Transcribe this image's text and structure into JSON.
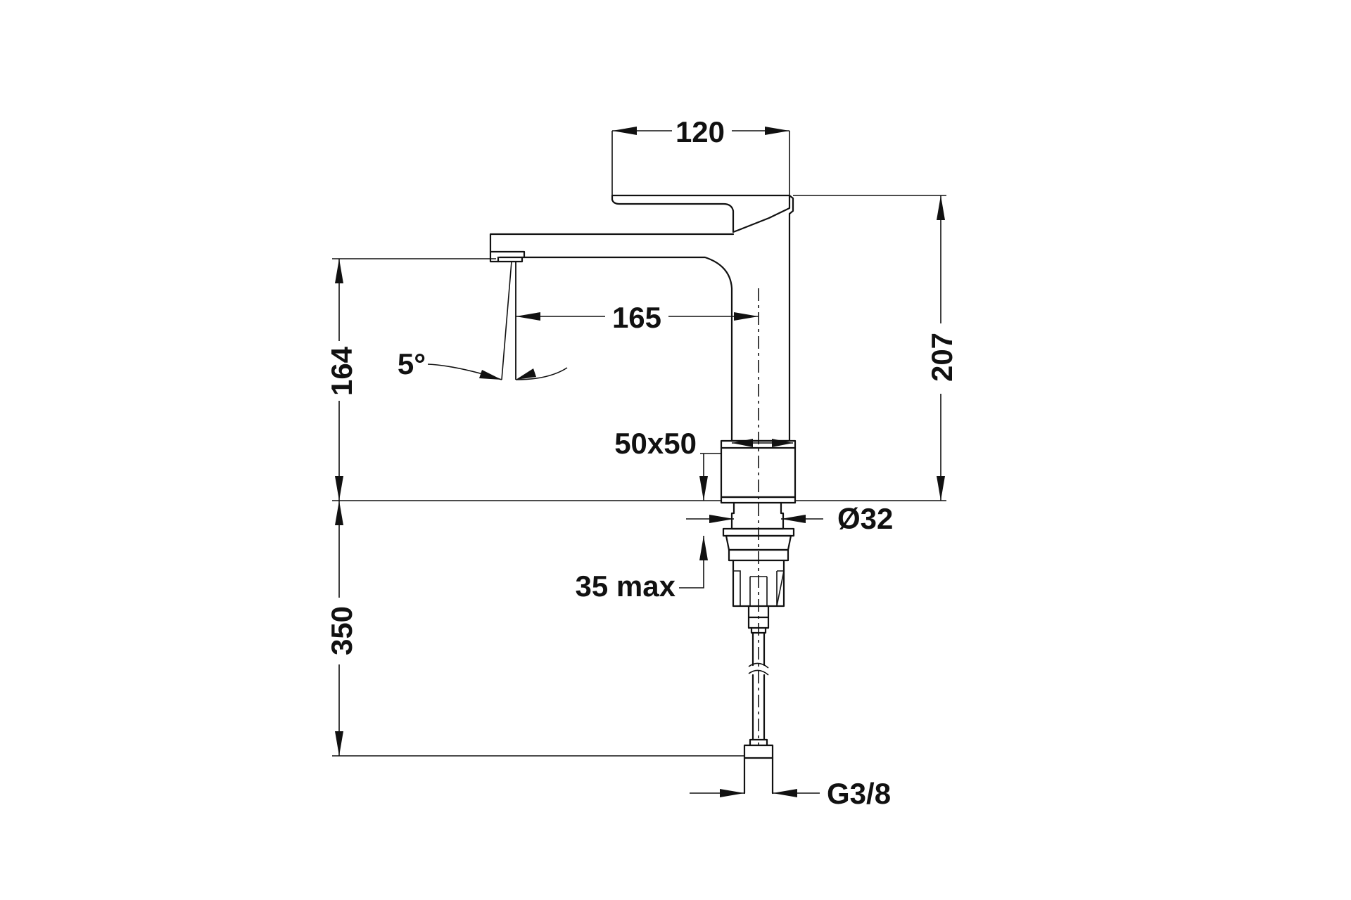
{
  "dimensions": {
    "handle_length": "120",
    "total_height": "207",
    "spout_height": "164",
    "spout_reach": "165",
    "angle": "5°",
    "base_size": "50x50",
    "hole_diameter": "Ø32",
    "deck_thickness": "35 max",
    "hose_length": "350",
    "connection_thread": "G3/8"
  }
}
